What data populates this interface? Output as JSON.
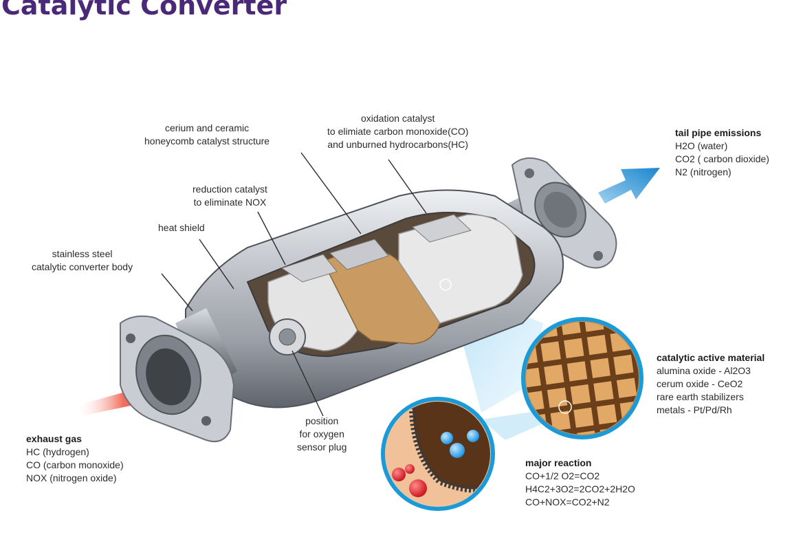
{
  "title": "Catalytic Converter",
  "labels": {
    "cerium": [
      "cerium and ceramic",
      "honeycomb catalyst structure"
    ],
    "oxidation": [
      "oxidation catalyst",
      "to elimiate carbon monoxide(CO)",
      "and unburned hydrocarbons(HC)"
    ],
    "reduction": [
      "reduction catalyst",
      "to eliminate NOX"
    ],
    "heat_shield": "heat shield",
    "body": [
      "stainless steel",
      "catalytic converter body"
    ],
    "sensor": [
      "position",
      "for oxygen",
      "sensor plug"
    ]
  },
  "tailpipe": {
    "heading": "tail pipe emissions",
    "items": [
      "H2O (water)",
      "CO2 ( carbon dioxide)",
      "N2 (nitrogen)"
    ]
  },
  "exhaust": {
    "heading": "exhaust gas",
    "items": [
      "HC (hydrogen)",
      "CO (carbon monoxide)",
      "NOX (nitrogen oxide)"
    ]
  },
  "active": {
    "heading": "catalytic active material",
    "items": [
      "alumina oxide - Al2O3",
      "cerum oxide - CeO2",
      "rare earth stabilizers",
      "metals - Pt/Pd/Rh"
    ]
  },
  "reaction": {
    "heading": "major reaction",
    "items": [
      "CO+1/2 O2=CO2",
      "H4C2+3O2=2CO2+2H2O",
      "CO+NOX=CO2+N2"
    ]
  },
  "colors": {
    "title": "#4a2a78",
    "inlet_arrow": "#e8382a",
    "outlet_arrow": "#2a8fd0",
    "steel": "#b9bcc2",
    "catalyst_band": "#c99a62",
    "honeycomb": "#e7e7e7"
  }
}
